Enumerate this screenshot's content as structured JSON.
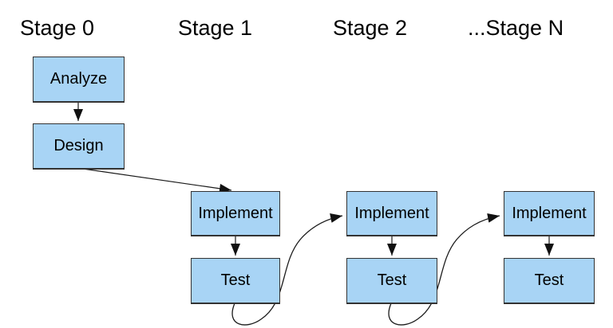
{
  "diagram": {
    "stages": [
      {
        "label": "Stage 0",
        "boxes": [
          "Analyze",
          "Design"
        ]
      },
      {
        "label": "Stage 1",
        "boxes": [
          "Implement",
          "Test"
        ]
      },
      {
        "label": "Stage 2",
        "boxes": [
          "Implement",
          "Test"
        ]
      },
      {
        "label": "...Stage N",
        "boxes": [
          "Implement",
          "Test"
        ]
      }
    ],
    "edges": [
      {
        "from": "Analyze (Stage 0)",
        "to": "Design (Stage 0)",
        "style": "straight"
      },
      {
        "from": "Design (Stage 0)",
        "to": "Implement (Stage 1)",
        "style": "diagonal"
      },
      {
        "from": "Implement (Stage 1)",
        "to": "Test (Stage 1)",
        "style": "straight"
      },
      {
        "from": "Test (Stage 1)",
        "to": "Implement (Stage 2)",
        "style": "s-curve"
      },
      {
        "from": "Implement (Stage 2)",
        "to": "Test (Stage 2)",
        "style": "straight"
      },
      {
        "from": "Test (Stage 2)",
        "to": "Implement (Stage N)",
        "style": "s-curve"
      },
      {
        "from": "Implement (Stage N)",
        "to": "Test (Stage N)",
        "style": "straight"
      }
    ],
    "colors": {
      "box_fill": "#a8d4f5",
      "box_border": "#333333",
      "arrow": "#1a1a1a",
      "text": "#000000",
      "background": "#ffffff"
    }
  }
}
